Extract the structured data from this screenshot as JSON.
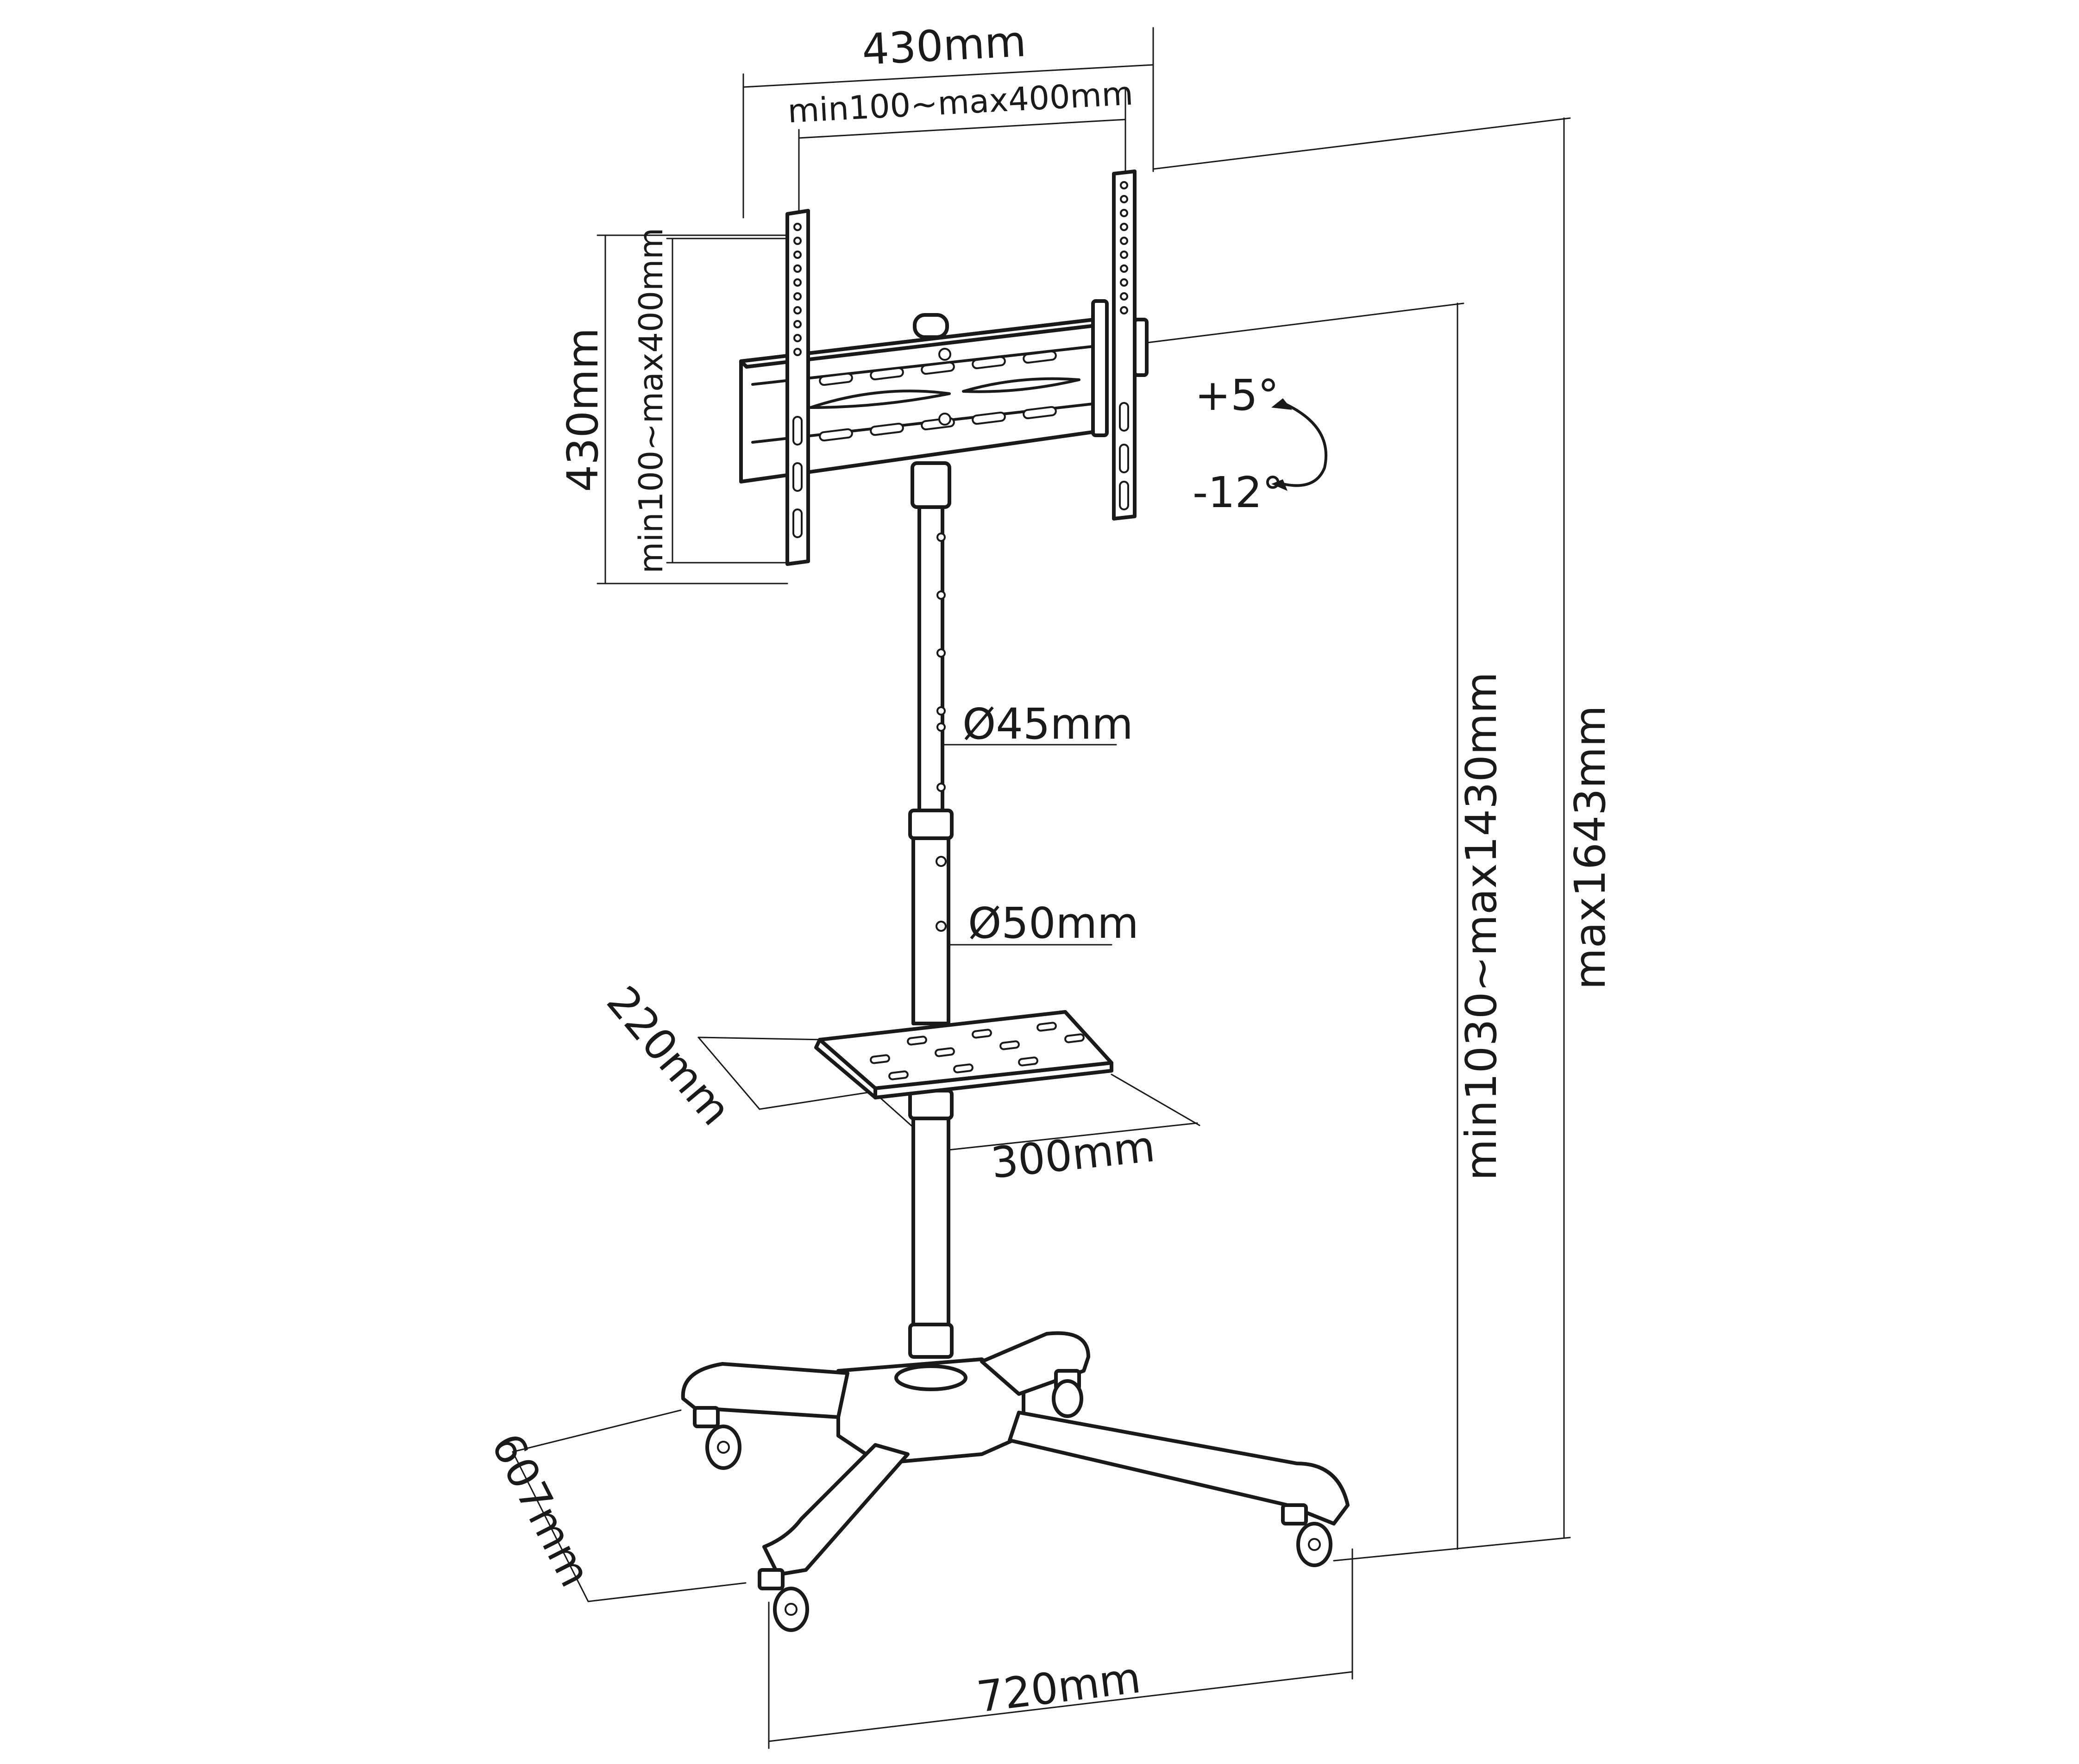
{
  "labels": {
    "top_outer_width": "430mm",
    "top_inner_width": "min100~max400mm",
    "side_outer_height": "430mm",
    "side_inner_height": "min100~max400mm",
    "tilt_up": "+5°",
    "tilt_down": "-12°",
    "pole_upper_diameter": "Ø45mm",
    "pole_lower_diameter": "Ø50mm",
    "shelf_depth": "220mm",
    "shelf_width": "300mm",
    "mount_height_range": "min1030~max1430mm",
    "max_height": "max1643mm",
    "base_depth": "607mm",
    "base_width": "720mm"
  }
}
